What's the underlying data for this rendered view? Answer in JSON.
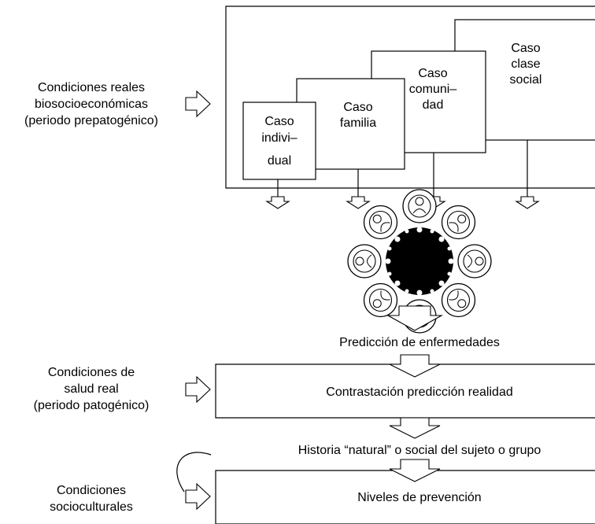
{
  "left_labels": {
    "condiciones_reales": [
      "Condiciones reales",
      "biosocioeconómicas",
      "(periodo prepatogénico)"
    ],
    "condiciones_salud": [
      "Condiciones de",
      "salud real",
      "(periodo patogénico)"
    ],
    "condiciones_socioculturales": [
      "Condiciones",
      "socioculturales"
    ]
  },
  "cases": {
    "individual": [
      "Caso",
      "indivi–",
      "dual"
    ],
    "familia": [
      "Caso",
      "familia"
    ],
    "comunidad": [
      "Caso",
      "comuni–",
      "dad"
    ],
    "clase_social": [
      "Caso",
      "clase",
      "social"
    ]
  },
  "flow": {
    "prediccion": "Predicción de enfermedades",
    "contrastacion": "Contrastación predicción realidad",
    "historia": "Historia “natural” o social del sujeto o grupo",
    "prevencion": "Niveles de prevención"
  },
  "icons": {
    "block_arrow": "block-arrow-icon",
    "people_cluster": "people-around-disease-icon"
  }
}
